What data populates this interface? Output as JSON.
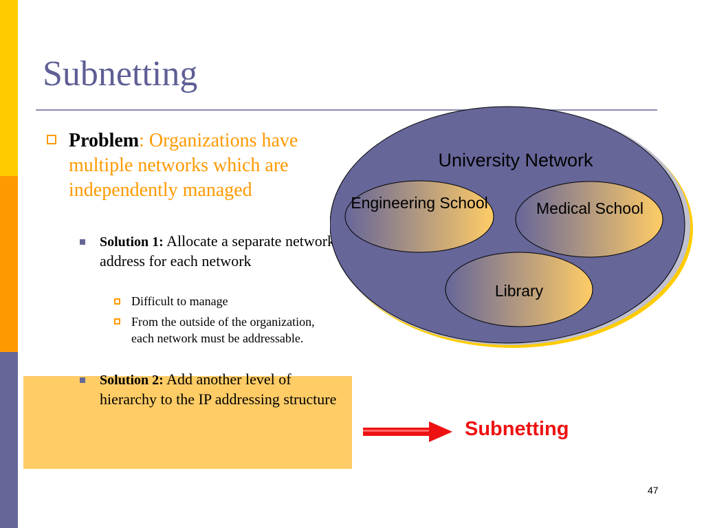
{
  "slide": {
    "title": "Subnetting",
    "page_number": "47"
  },
  "content": {
    "problem_label": "Problem",
    "problem_text": ": Organizations have multiple networks which are independently managed",
    "solution1_label": "Solution 1:",
    "solution1_text": " Allocate a separate network address for each network",
    "sub1": "Difficult to manage",
    "sub2": "From the outside of the organization, each network must be addressable.",
    "solution2_label": "Solution 2:",
    "solution2_text": " Add another level of hierarchy to the IP addressing structure"
  },
  "diagram": {
    "network_label": "University Network",
    "nodes": [
      "Engineering School",
      "Medical School",
      "Library"
    ],
    "callout": "Subnetting"
  },
  "colors": {
    "accent_yellow": "#ffcc00",
    "accent_orange": "#ff9900",
    "accent_purple": "#666699",
    "title_color": "#5f5f95",
    "callout_red": "#ee1111",
    "highlight": "#ffcc66"
  }
}
